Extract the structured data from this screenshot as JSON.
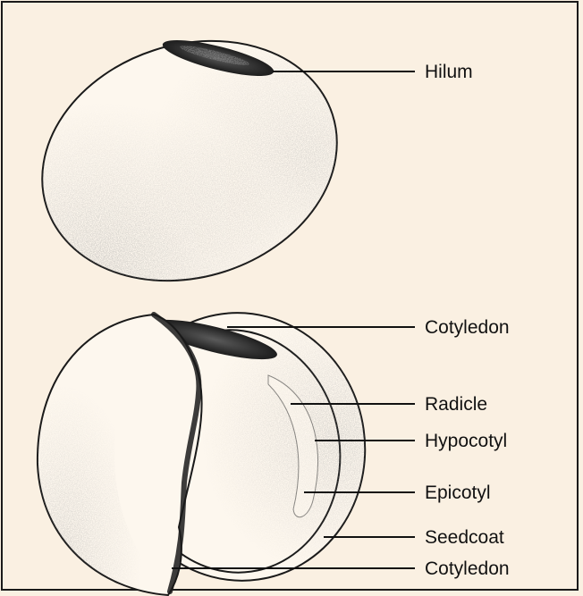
{
  "colors": {
    "background": "#faf0e2",
    "frame": "#1a1a1a",
    "seed_fill": "#fdf7ee",
    "hilum": "#262626",
    "stipple": "#6b6b6b"
  },
  "labels": {
    "hilum": "Hilum",
    "cotyledon_top": "Cotyledon",
    "radicle": "Radicle",
    "hypocotyl": "Hypocotyl",
    "epicotyl": "Epicotyl",
    "seedcoat": "Seedcoat",
    "cotyledon_bottom": "Cotyledon"
  }
}
